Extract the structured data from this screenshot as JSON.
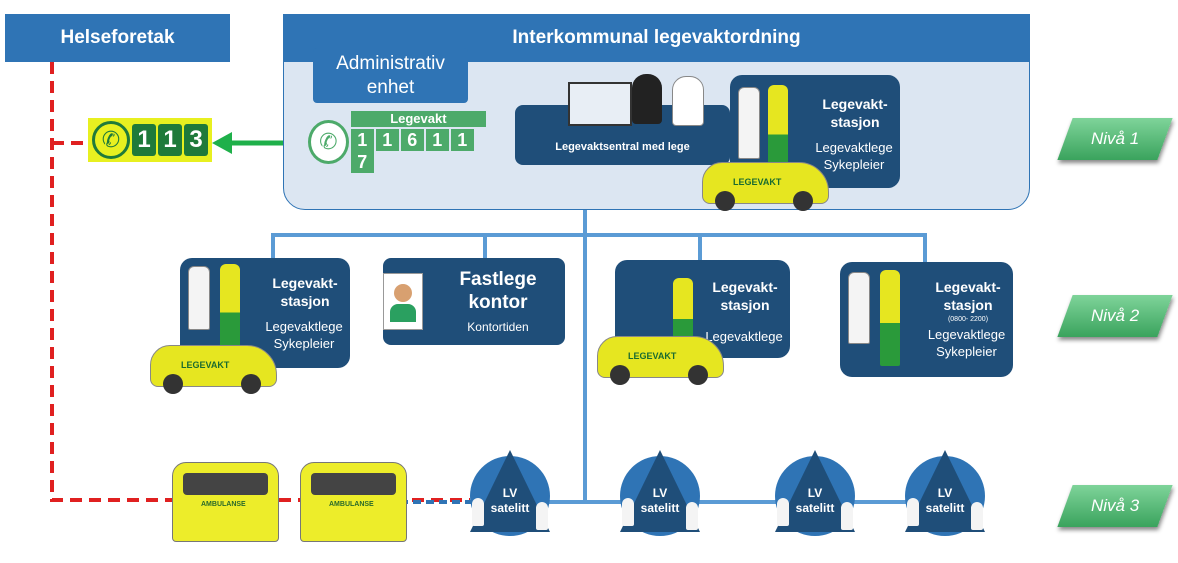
{
  "helseforetak": {
    "title": "Helseforetak"
  },
  "interkommunal": {
    "title": "Interkommunal legevaktordning",
    "admin": "Administrativ enhet"
  },
  "emergency": {
    "digits": [
      "1",
      "1",
      "3"
    ]
  },
  "legevakt_number": {
    "label": "Legevakt",
    "digits": [
      "1",
      "1",
      "6",
      "1",
      "1",
      "7"
    ]
  },
  "sentral": {
    "label": "Legevaktsentral med lege"
  },
  "stations": [
    {
      "title1": "Legevakt-",
      "title2": "stasjon",
      "hours": "",
      "lines": [
        "Legevaktlege",
        "Sykepleier"
      ]
    },
    {
      "title1": "Legevakt-",
      "title2": "stasjon",
      "hours": "",
      "lines": [
        "Legevaktlege",
        "Sykepleier"
      ]
    },
    {
      "title1": "Legevakt-",
      "title2": "stasjon",
      "hours": "",
      "lines": [
        "Legevaktlege",
        ""
      ]
    },
    {
      "title1": "Legevakt-",
      "title2": "stasjon",
      "hours": "(0800- 2200)",
      "lines": [
        "Legevaktlege",
        "Sykepleier"
      ]
    }
  ],
  "fastlege": {
    "title1": "Fastlege",
    "title2": "kontor",
    "sub": "Kontortiden"
  },
  "car_label": "LEGEVAKT",
  "ambulance_label": "AMBULANSE",
  "satellites": [
    {
      "l1": "LV",
      "l2": "satelitt"
    },
    {
      "l1": "LV",
      "l2": "satelitt"
    },
    {
      "l1": "LV",
      "l2": "satelitt"
    },
    {
      "l1": "LV",
      "l2": "satelitt"
    }
  ],
  "levels": [
    "Nivå 1",
    "Nivå 2",
    "Nivå 3"
  ],
  "colors": {
    "primary": "#2f74b5",
    "dark": "#1f4e79",
    "connector": "#5b9bd5",
    "green": "#1f7a3a",
    "red_dashed": "#e02020",
    "yellow": "#e8f020"
  }
}
